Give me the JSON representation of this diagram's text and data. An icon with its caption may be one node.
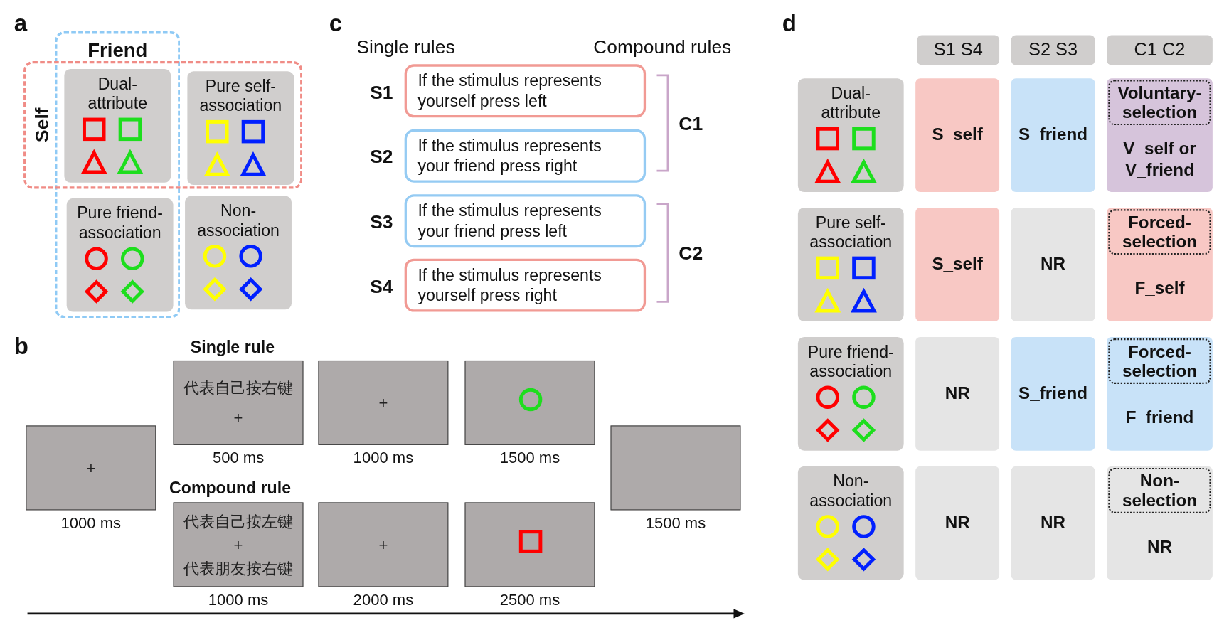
{
  "diagram": {
    "nodes": [
      {
        "text": [
          "Friend"
        ]
      },
      {
        "text": [
          "Self"
        ]
      },
      {
        "text": [
          "Dual-attribute"
        ]
      },
      {
        "text": [
          "Pure self-association"
        ],
        "in": 1
      },
      {
        "text": [
          "Pure friend-association"
        ],
        "in": 0
      },
      {
        "text": [
          "Non-association"
        ]
      },
      {
        "text": [
          "+"
        ],
        "beside": [
          "1000 ms"
        ]
      },
      {
        "text": [
          "代表自己按右键",
          "+"
        ],
        "beside": [
          "500 ms"
        ]
      },
      {
        "text": [
          "+"
        ],
        "beside": [
          "1000 ms"
        ]
      },
      {
        "text": [],
        "shape": "box",
        "beside": [
          "1500 ms"
        ]
      },
      {
        "text": [
          "代表自己按左键",
          "+",
          "代表朋友按右键"
        ],
        "beside": [
          "1000 ms"
        ]
      },
      {
        "text": [
          "+"
        ],
        "beside": [
          "2000 ms"
        ]
      },
      {
        "text": [],
        "shape": "box",
        "beside": [
          "2500 ms"
        ]
      },
      {
        "text": [],
        "shape": "box",
        "beside": [
          "1500 ms"
        ]
      },
      {
        "text": [
          "If the stimulus represents yourself press left"
        ]
      },
      {
        "text": [
          "If the stimulus represents your friend press right"
        ]
      },
      {
        "text": [
          "If the stimulus represents your friend press left"
        ]
      },
      {
        "text": [
          "If the stimulus represents yourself press right"
        ]
      },
      {
        "text": [
          "S1 S4"
        ]
      },
      {
        "text": [
          "S2 S3"
        ]
      },
      {
        "text": [
          "C1 C2"
        ]
      },
      {
        "text": [
          "Dual-attribute"
        ]
      },
      {
        "text": [
          "S_self"
        ]
      },
      {
        "text": [
          "S_friend"
        ]
      },
      {
        "text": [
          "V_self or V_friend"
        ]
      },
      {
        "text": [
          "Voluntary-selection"
        ],
        "in": 24
      },
      {
        "text": [
          "Pure self-association"
        ]
      },
      {
        "text": [
          "S_self"
        ]
      },
      {
        "text": [
          "NR"
        ]
      },
      {
        "text": [
          "F_self"
        ]
      },
      {
        "text": [
          "Forced-selection"
        ],
        "in": 29
      },
      {
        "text": [
          "Pure friend-association"
        ]
      },
      {
        "text": [
          "NR"
        ]
      },
      {
        "text": [
          "S_friend"
        ]
      },
      {
        "text": [
          "F_friend"
        ]
      },
      {
        "text": [
          "Forced-selection"
        ],
        "in": 34
      },
      {
        "text": [
          "Non-association"
        ]
      },
      {
        "text": [
          "NR"
        ]
      },
      {
        "text": [
          "NR"
        ]
      },
      {
        "text": [
          "NR"
        ]
      },
      {
        "text": [
          "Non-selection"
        ],
        "in": 39
      }
    ],
    "labels": [
      "a",
      "c",
      "d",
      "Single rules",
      "Compound rules",
      "S1",
      "S2",
      "C1",
      "S3",
      "S4",
      "C2",
      "b",
      "Single rule",
      "Compound rule"
    ]
  }
}
